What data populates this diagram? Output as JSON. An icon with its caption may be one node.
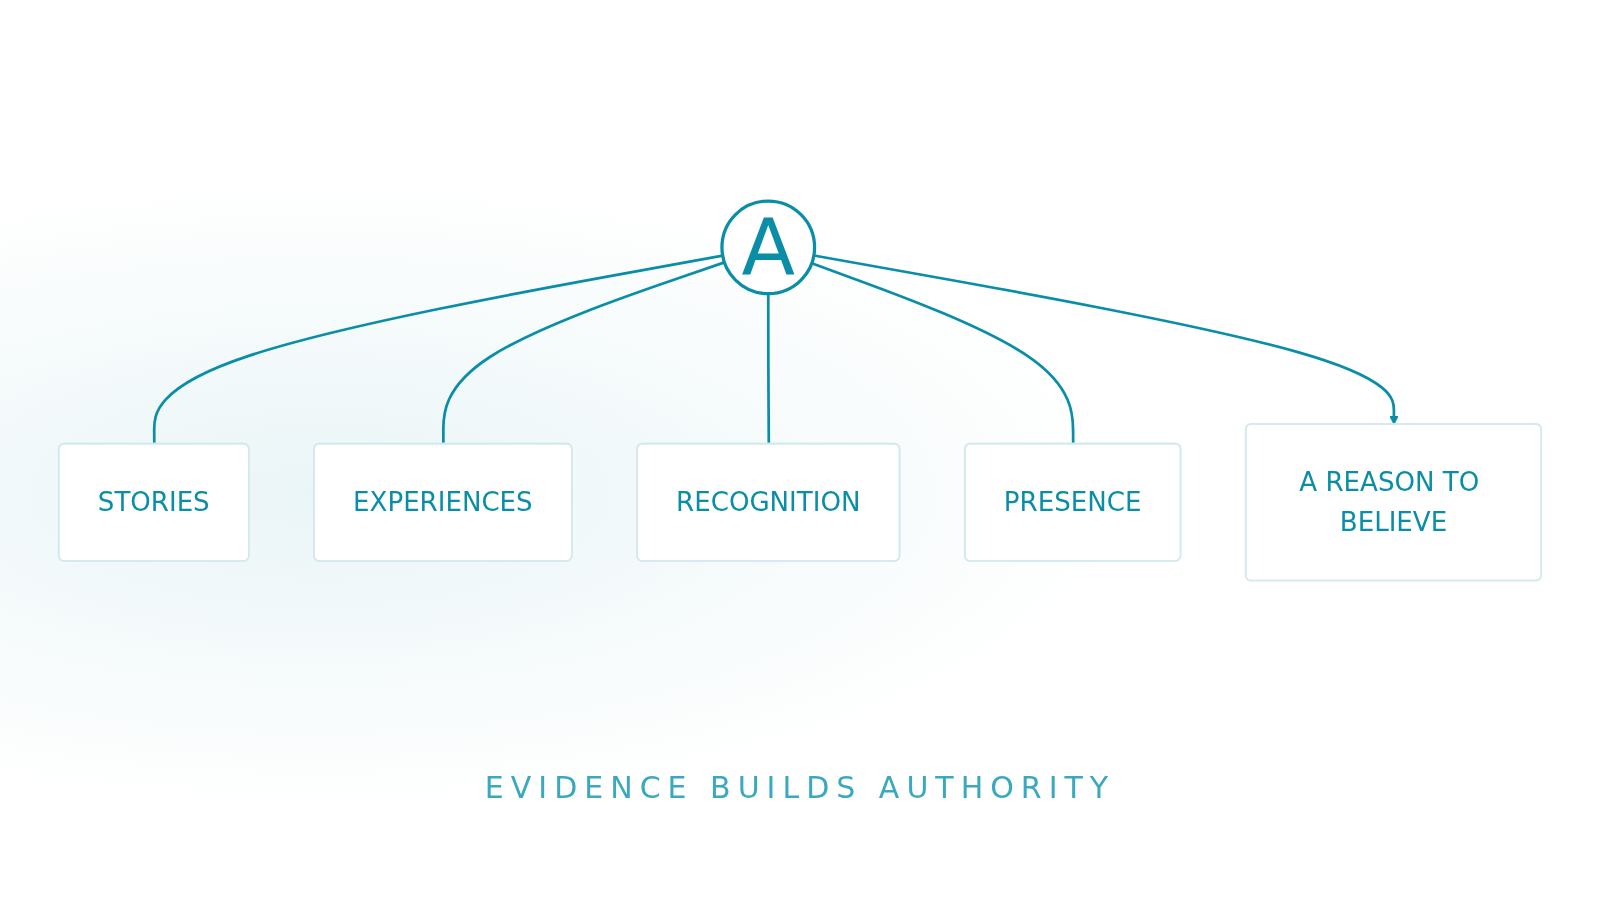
{
  "diagram": {
    "caption": "EVIDENCE BUILDS AUTHORITY",
    "nodes": [
      {
        "text": [
          "A"
        ]
      },
      {
        "text": [
          "A REASON TO BELIEVE"
        ]
      },
      {
        "text": [
          "STORIES"
        ]
      },
      {
        "text": [
          "EXPERIENCES"
        ]
      },
      {
        "text": [
          "RECOGNITION"
        ]
      },
      {
        "text": [
          "PRESENCE"
        ]
      }
    ],
    "edges": [
      {
        "from": 0,
        "to": 2,
        "arrow": "none"
      },
      {
        "from": 0,
        "to": 3,
        "arrow": "none"
      },
      {
        "from": 0,
        "to": 4,
        "arrow": "none"
      },
      {
        "from": 0,
        "to": 5,
        "arrow": "none"
      },
      {
        "from": 0,
        "to": 1,
        "arrow": "to"
      }
    ]
  }
}
